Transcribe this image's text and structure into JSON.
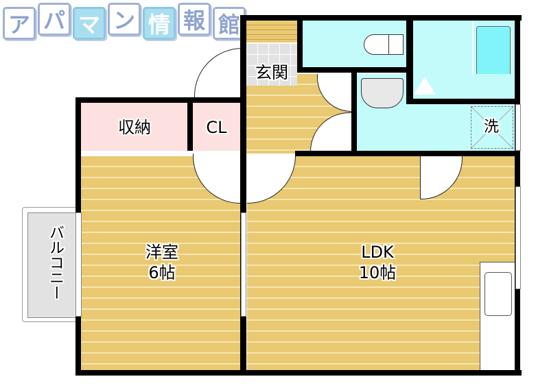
{
  "logo": {
    "chars": [
      "ア",
      "パ",
      "マ",
      "ン",
      "情",
      "報",
      "館"
    ],
    "highlight_indices": [
      2,
      4
    ]
  },
  "floorplan": {
    "rooms": {
      "entrance": "玄関",
      "storage": "収納",
      "closet": "CL",
      "western_room": "洋室",
      "western_room_size": "6帖",
      "ldk": "LDK",
      "ldk_size": "10帖",
      "balcony": "バルコニー",
      "laundry": "洗"
    },
    "colors": {
      "wall": "#000000",
      "wood_floor": "#e9c971",
      "storage_fill": "#fde0e0",
      "wet_area_fill": "#c3fbfb",
      "bathtub": "#80f4f8",
      "balcony_fill": "#e2e2e2",
      "entrance_tile": "#e2e2e2"
    }
  }
}
